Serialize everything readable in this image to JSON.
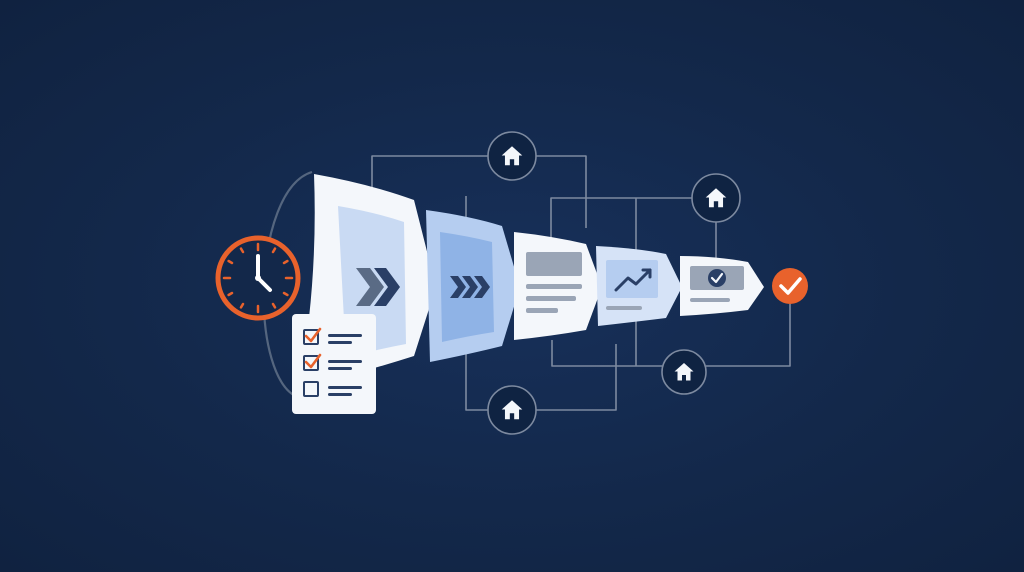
{
  "diagram": {
    "colors": {
      "background": "#13284a",
      "line": "#8a97ab",
      "accent": "#e8622c",
      "panel_white": "#f4f7fb",
      "panel_blue": "#b5cdf0",
      "panel_blue_light": "#d6e3f7",
      "icon_dark": "#2a3f66",
      "node_fill": "#0f2342"
    },
    "start": {
      "clock_icon": "clock-icon",
      "checklist": {
        "icon": "checklist-icon",
        "items_checked": [
          true,
          true,
          false
        ]
      }
    },
    "stages": [
      {
        "name": "stage-1",
        "icon": "single-chevron-icon"
      },
      {
        "name": "stage-2",
        "icon": "triple-chevron-icon"
      },
      {
        "name": "stage-3",
        "icon": "document-lines-icon"
      },
      {
        "name": "stage-4",
        "icon": "trend-up-icon"
      },
      {
        "name": "stage-5",
        "icon": "check-circle-icon"
      }
    ],
    "end": {
      "icon": "check-badge-icon"
    },
    "nodes": [
      {
        "name": "home-node-top",
        "icon": "home-icon"
      },
      {
        "name": "home-node-right",
        "icon": "home-icon"
      },
      {
        "name": "home-node-bottom-left",
        "icon": "home-icon"
      },
      {
        "name": "home-node-bottom-right",
        "icon": "home-icon"
      }
    ]
  }
}
